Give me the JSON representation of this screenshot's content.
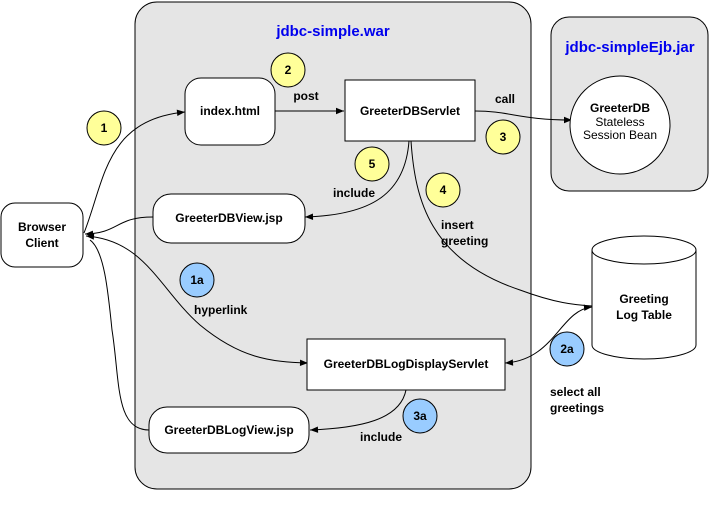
{
  "containers": {
    "war": {
      "title": "jdbc-simple.war"
    },
    "ejb_jar": {
      "title": "jdbc-simpleEjb.jar"
    }
  },
  "nodes": {
    "browser": {
      "line1": "Browser",
      "line2": "Client"
    },
    "index": {
      "label": "index.html"
    },
    "servlet": {
      "label": "GreeterDBServlet"
    },
    "view_jsp": {
      "label": "GreeterDBView.jsp"
    },
    "log_servlet": {
      "label": "GreeterDBLogDisplayServlet"
    },
    "log_view_jsp": {
      "label": "GreeterDBLogView.jsp"
    },
    "bean": {
      "title": "GreeterDB",
      "line2": "Stateless",
      "line3": "Session Bean"
    },
    "table": {
      "line1": "Greeting",
      "line2": "Log Table"
    }
  },
  "edge_labels": {
    "post": "post",
    "call": "call",
    "include_view": "include",
    "insert_line1": "insert",
    "insert_line2": "greeting",
    "hyperlink": "hyperlink",
    "select_line1": "select all",
    "select_line2": "greetings",
    "include_log": "include"
  },
  "steps": [
    {
      "id": "1",
      "color": "#ffff99"
    },
    {
      "id": "2",
      "color": "#ffff99"
    },
    {
      "id": "3",
      "color": "#ffff99"
    },
    {
      "id": "4",
      "color": "#ffff99"
    },
    {
      "id": "5",
      "color": "#ffff99"
    },
    {
      "id": "1a",
      "color": "#99ccff"
    },
    {
      "id": "2a",
      "color": "#99ccff"
    },
    {
      "id": "3a",
      "color": "#99ccff"
    }
  ]
}
